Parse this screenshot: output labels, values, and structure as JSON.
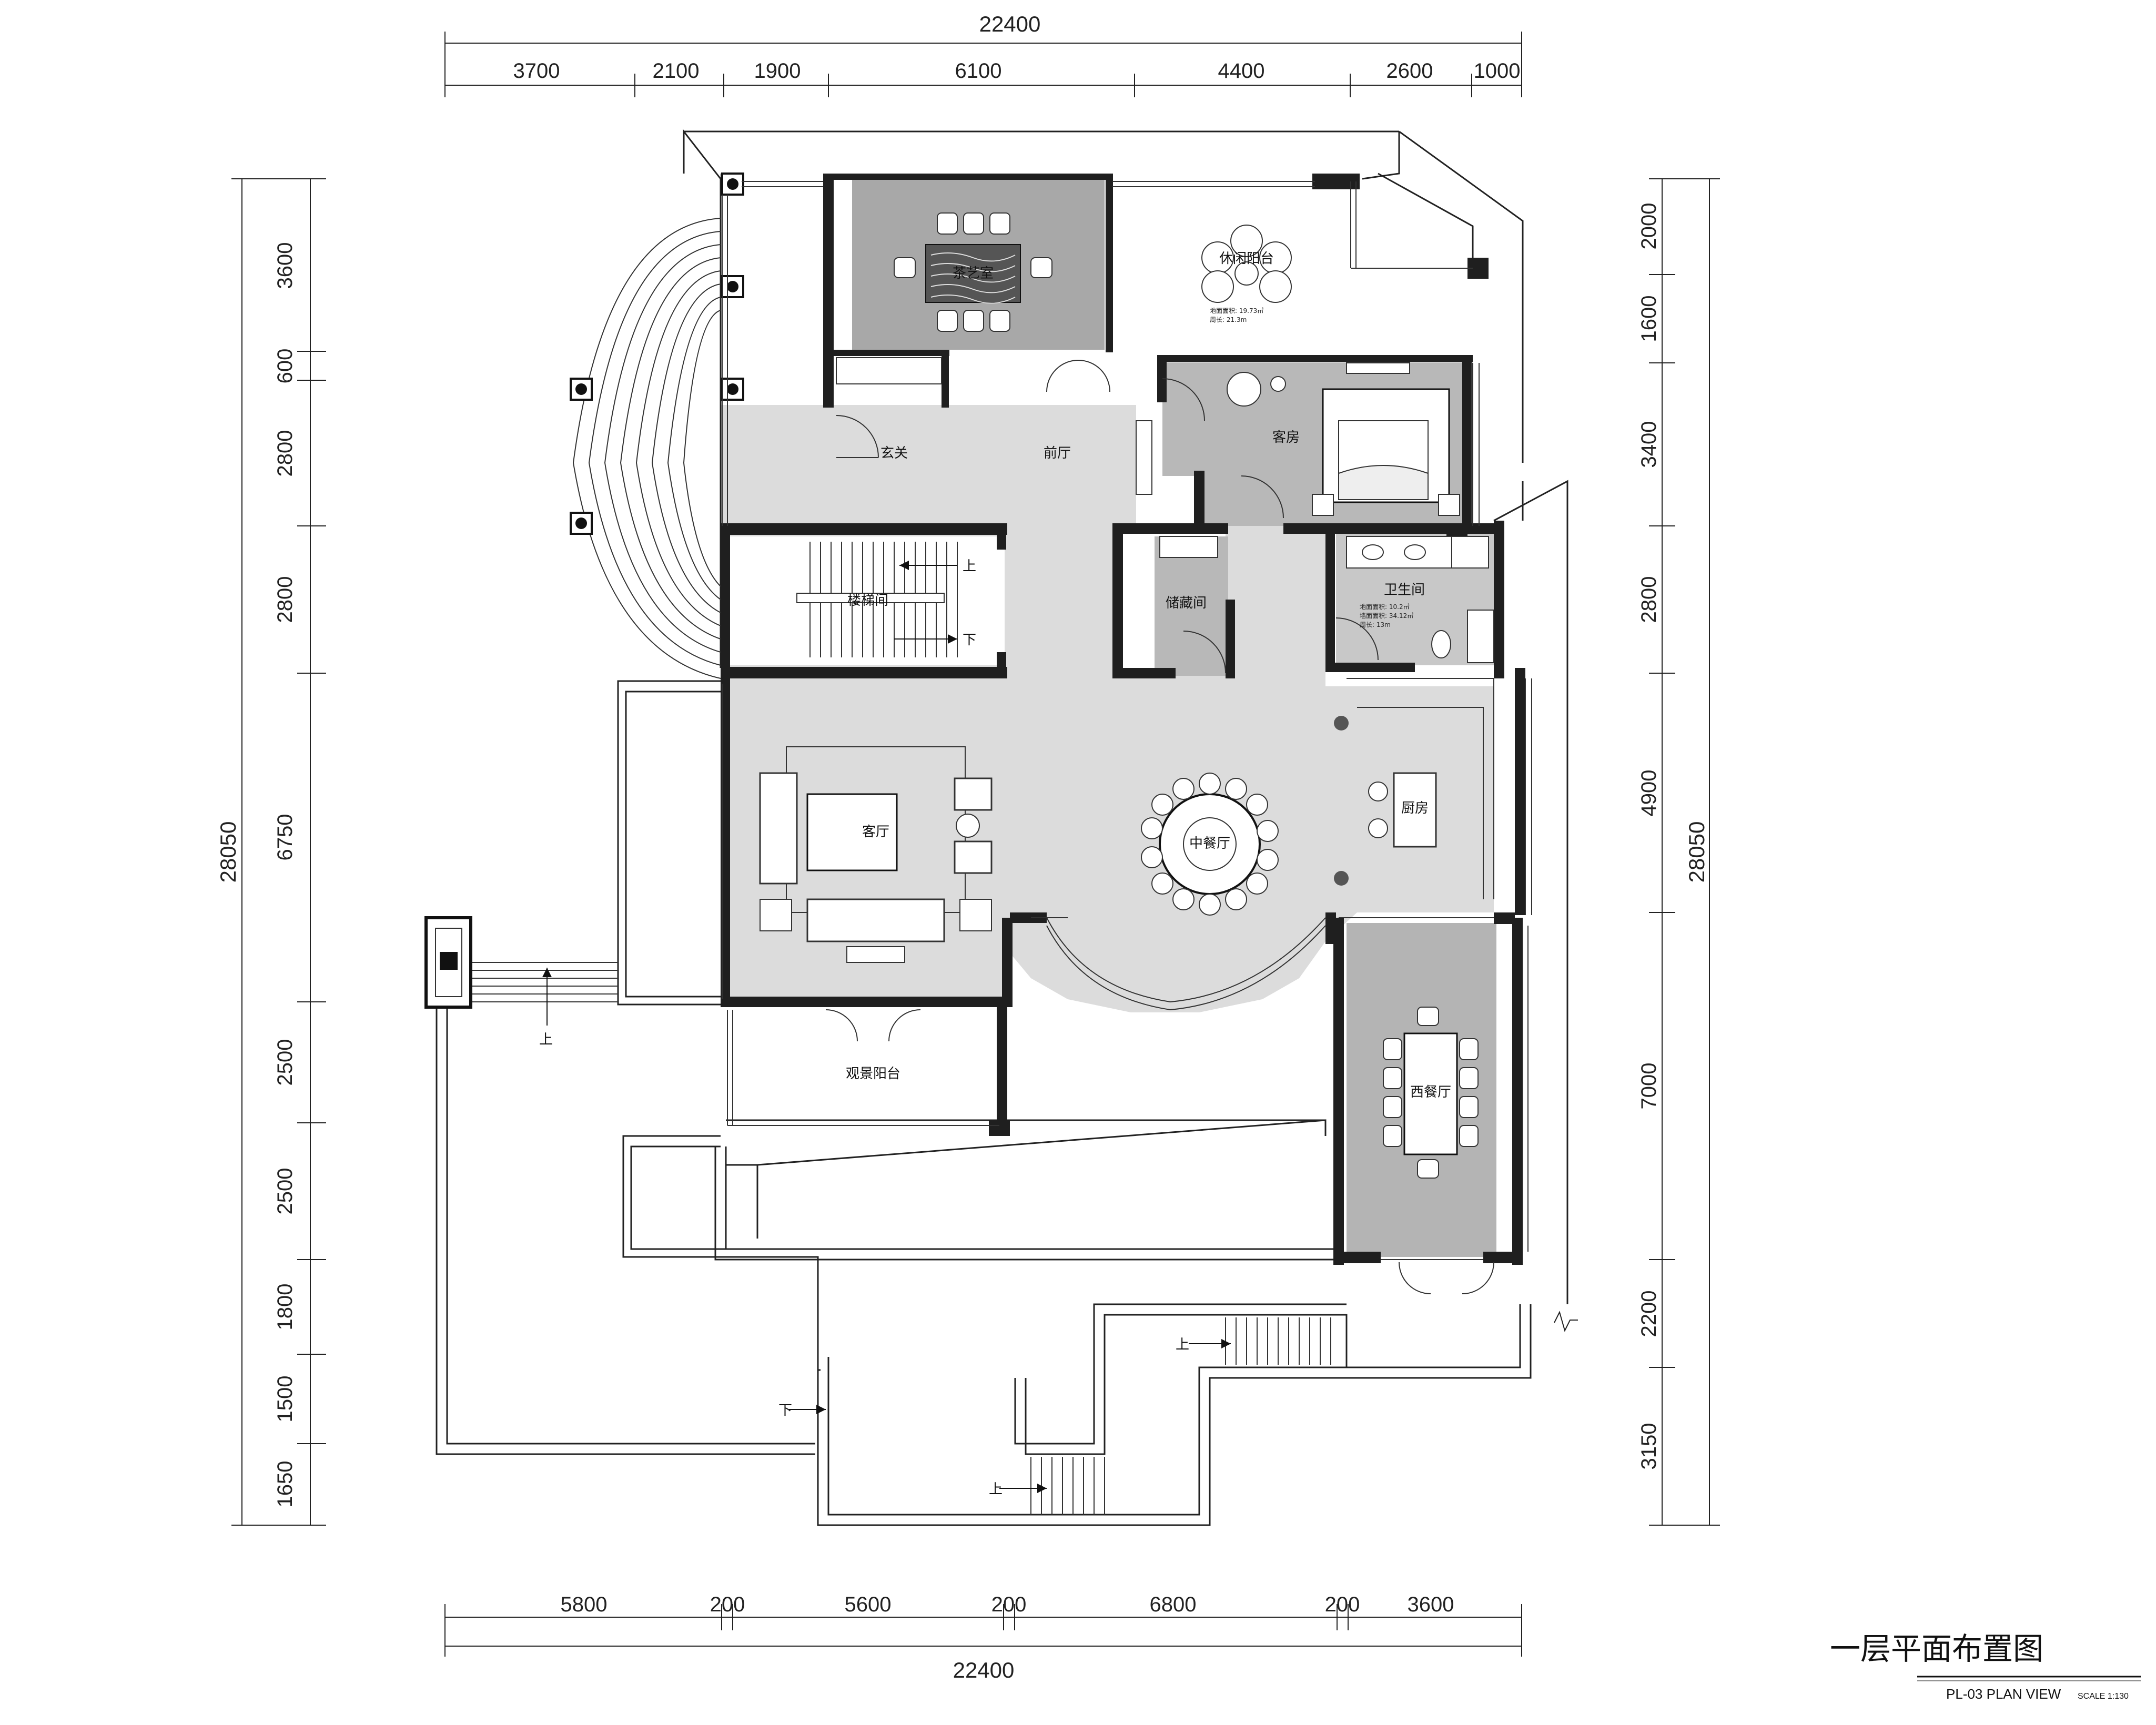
{
  "title": "一层平面布置图",
  "subtitle": "PL-03 PLAN VIEW",
  "scale": "SCALE 1:130",
  "dimensions": {
    "top_total": "22400",
    "top_segments": [
      "3700",
      "2100",
      "1900",
      "6100",
      "4400",
      "2600",
      "1000"
    ],
    "bottom_total": "22400",
    "bottom_segments": [
      "5800",
      "200",
      "5600",
      "200",
      "6800",
      "200",
      "3600"
    ],
    "left_total": "28050",
    "left_segments": [
      "3600",
      "600",
      "2800",
      "2800",
      "6750",
      "2500",
      "2500",
      "1800",
      "1500",
      "1650"
    ],
    "right_total": "28050",
    "right_segments": [
      "2000",
      "1600",
      "3400",
      "2800",
      "4900",
      "7000",
      "2200",
      "3150"
    ]
  },
  "rooms": {
    "tea_room": "茶艺室",
    "leisure_balcony": "休闲阳台",
    "entrance": "玄关",
    "foyer": "前厅",
    "guest_room": "客房",
    "stairwell": "楼梯间",
    "storage": "储藏间",
    "bathroom": "卫生间",
    "living_room": "客厅",
    "chinese_dining": "中餐厅",
    "kitchen": "厨房",
    "western_dining": "西餐厅",
    "view_balcony": "观景阳台"
  },
  "notes": {
    "balcony_area": "地面面积: 19.73㎡",
    "balcony_perimeter": "周长: 21.3m",
    "bath_area": "地面面积: 10.2㎡",
    "bath_wall_area": "墙面面积: 34.12㎡",
    "bath_perimeter": "周长: 13m"
  },
  "arrows": {
    "up": "上",
    "down": "下"
  }
}
